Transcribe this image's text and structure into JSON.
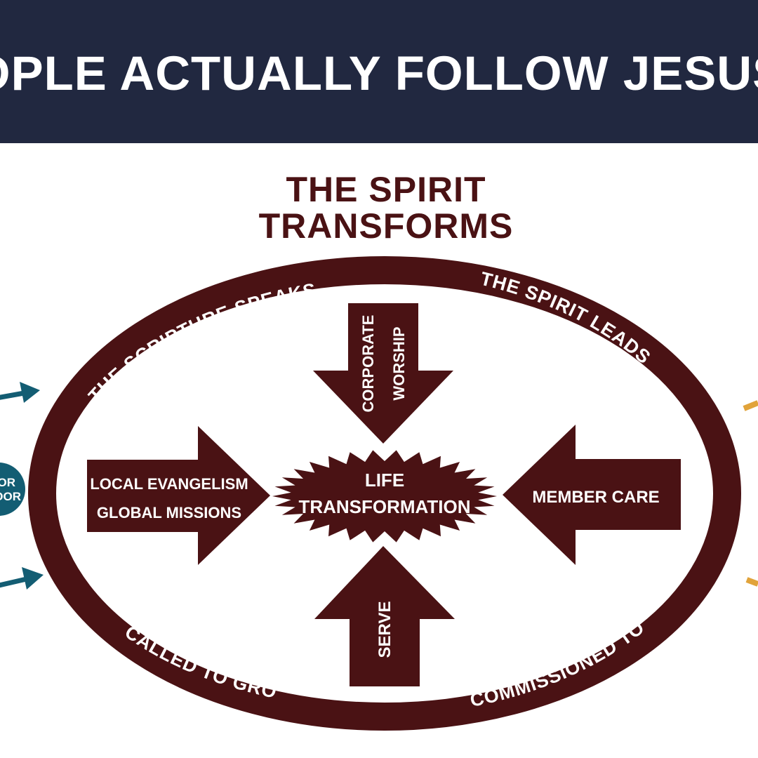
{
  "banner": {
    "title": "OPLE ACTUALLY FOLLOW JESUS"
  },
  "heading": {
    "line1": "THE SPIRIT",
    "line2": "TRANSFORMS"
  },
  "ring_labels": {
    "top_left": "THE SCRIPTURE SPEAKS",
    "top_right": "THE SPIRIT LEADS",
    "bottom_left": "CALLED TO GROW",
    "bottom_right": "COMMISSIONED TO GO"
  },
  "center": {
    "line1": "LIFE",
    "line2": "TRANSFORMATION"
  },
  "arrows": {
    "top": {
      "line1": "CORPORATE",
      "line2": "WORSHIP"
    },
    "left": {
      "line1": "LOCAL EVANGELISM",
      "line2": "GLOBAL MISSIONS"
    },
    "right": {
      "label": "MEMBER CARE"
    },
    "bottom": {
      "label": "SERVE"
    }
  },
  "left_badge": {
    "line1": "OR",
    "line2": "OOR"
  },
  "colors": {
    "banner_bg": "#212840",
    "primary": "#4a1214",
    "teal": "#135d73",
    "gold": "#e1a33a",
    "text_on_dark": "#ffffff"
  }
}
